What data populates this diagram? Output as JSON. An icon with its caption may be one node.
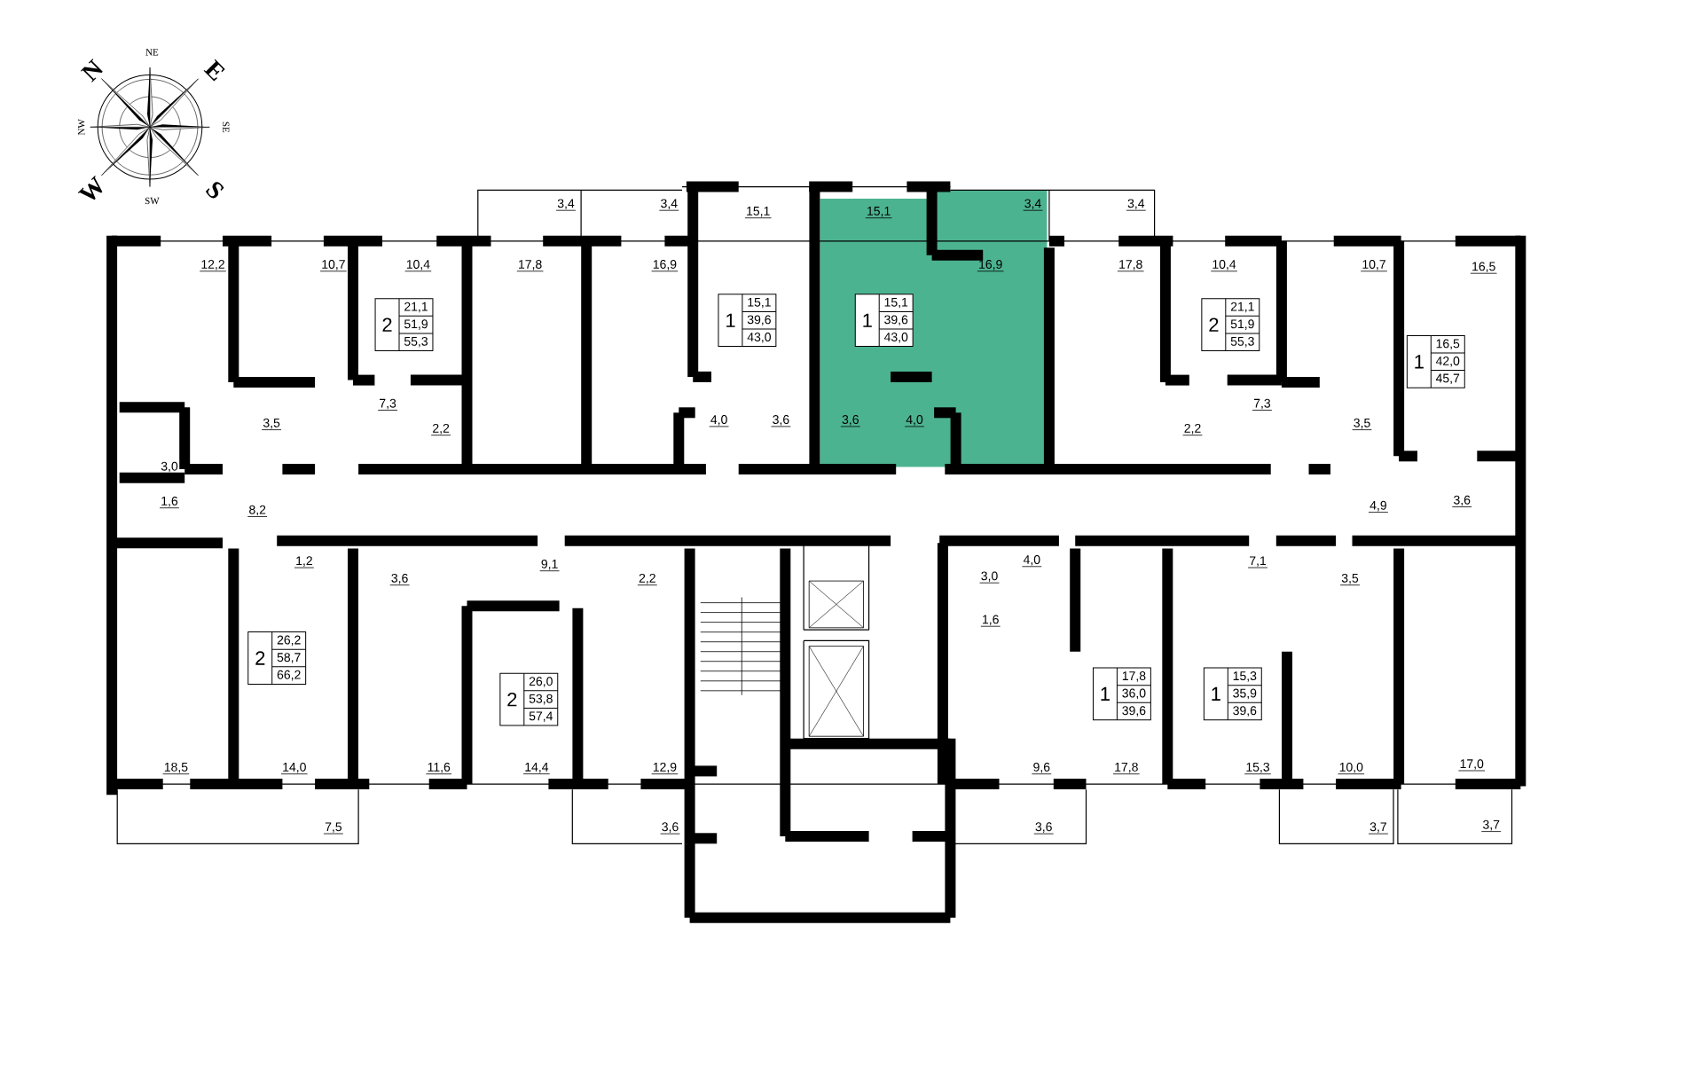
{
  "diagram": {
    "nodes": [
      {
        "text": [
          "2",
          "21,1",
          "51,9",
          "55,3"
        ]
      },
      {
        "text": [
          "1",
          "15,1",
          "39,6",
          "43,0"
        ]
      },
      {
        "text": [
          "1",
          "15,1",
          "39,6",
          "43,0"
        ]
      },
      {
        "text": [
          "2",
          "21,1",
          "51,9",
          "55,3"
        ]
      },
      {
        "text": [
          "1",
          "16,5",
          "42,0",
          "45,7"
        ]
      },
      {
        "text": [
          "2",
          "26,2",
          "58,7",
          "66,2"
        ]
      },
      {
        "text": [
          "2",
          "26,0",
          "53,8",
          "57,4"
        ]
      },
      {
        "text": [
          "1",
          "17,8",
          "36,0",
          "39,6"
        ]
      },
      {
        "text": [
          "1",
          "15,3",
          "35,9",
          "39,6"
        ]
      }
    ],
    "labels": [
      "NE",
      "N",
      "E",
      "NW",
      "SE",
      "W",
      "S",
      "SW",
      "3,4",
      "3,4",
      "15,1",
      "15,1",
      "3,4",
      "3,4",
      "12,2",
      "10,7",
      "10,4",
      "17,8",
      "16,9",
      "16,9",
      "17,8",
      "10,4",
      "10,7",
      "16,5",
      "7,3",
      "7,3",
      "3,5",
      "2,2",
      "4,0",
      "3,6",
      "3,6",
      "4,0",
      "2,2",
      "3,5",
      "3,0",
      "1,6",
      "8,2",
      "4,9",
      "3,6",
      "1,2",
      "9,1",
      "3,6",
      "2,2",
      "3,0",
      "4,0",
      "7,1",
      "3,5",
      "1,6",
      "18,5",
      "14,0",
      "11,6",
      "14,4",
      "12,9",
      "9,6",
      "17,8",
      "15,3",
      "10,0",
      "17,0",
      "7,5",
      "3,6",
      "3,6",
      "3,7",
      "3,7"
    ]
  }
}
